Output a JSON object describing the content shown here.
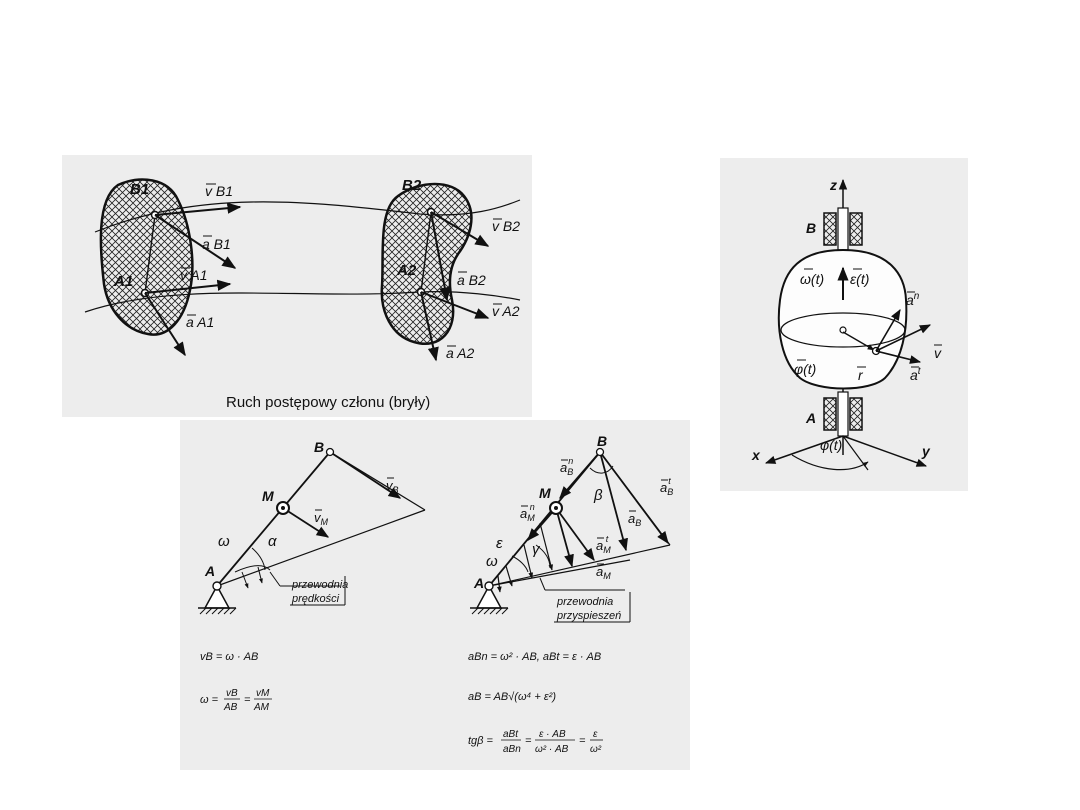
{
  "panel1": {
    "caption": "Ruch postępowy członu (bryły)",
    "labels": {
      "B1": "B1",
      "A1": "A1",
      "B2": "B2",
      "A2": "A2",
      "vB1": "v B1",
      "aB1": "a B1",
      "vA1": "v A1",
      "aA1": "a A1",
      "vB2": "v B2",
      "aB2": "a B2",
      "vA2": "v A2",
      "aA2": "a A2"
    }
  },
  "panel2": {
    "labels": {
      "z": "z",
      "x": "x",
      "y": "y",
      "A": "A",
      "B": "B",
      "omega_t": "ω(t)",
      "eps_t": "ε(t)",
      "phi_bar_t": "φ(t)",
      "phi_t": "φ(t)",
      "an": "a",
      "an_sup": "n",
      "at": "a",
      "at_sup": "t",
      "v": "v",
      "r": "r"
    }
  },
  "panel3": {
    "left": {
      "B": "B",
      "M": "M",
      "A": "A",
      "vB": "v",
      "vB_sub": "B",
      "vM": "v",
      "vM_sub": "M",
      "omega": "ω",
      "alpha": "α",
      "guide_line1": "przewodnia",
      "guide_line2": "prędkości"
    },
    "right": {
      "B": "B",
      "M": "M",
      "A": "A",
      "omega": "ω",
      "eps": "ε",
      "beta": "β",
      "gamma": "γ",
      "aBn": "a",
      "aBn_sub": "B",
      "aBn_sup": "n",
      "aBt": "a",
      "aBt_sub": "B",
      "aBt_sup": "t",
      "aB": "a",
      "aB_sub": "B",
      "aMn": "a",
      "aMn_sub": "M",
      "aMn_sup": "n",
      "aMt": "a",
      "aMt_sub": "M",
      "aMt_sup": "t",
      "aM": "a",
      "aM_sub": "M",
      "guide_line1": "przewodnia",
      "guide_line2": "przyspieszeń"
    },
    "formulas": {
      "f1": "vB = ω · AB",
      "f2a": "ω =",
      "f2_num1": "vB",
      "f2_den1": "AB",
      "f2_eq": "=",
      "f2_num2": "vM",
      "f2_den2": "AM",
      "f3": "aBn = ω² · AB,      aBt = ε · AB",
      "f4": "aB = AB√(ω⁴ + ε²)",
      "f5a": "tgβ =",
      "f5_num1": "aBt",
      "f5_den1": "aBn",
      "f5_num2": "ε · AB",
      "f5_den2": "ω² · AB",
      "f5_num3": "ε",
      "f5_den3": "ω²"
    }
  },
  "colors": {
    "panel_bg": "#ededed",
    "ink": "#111111",
    "hatch": "#222222"
  }
}
